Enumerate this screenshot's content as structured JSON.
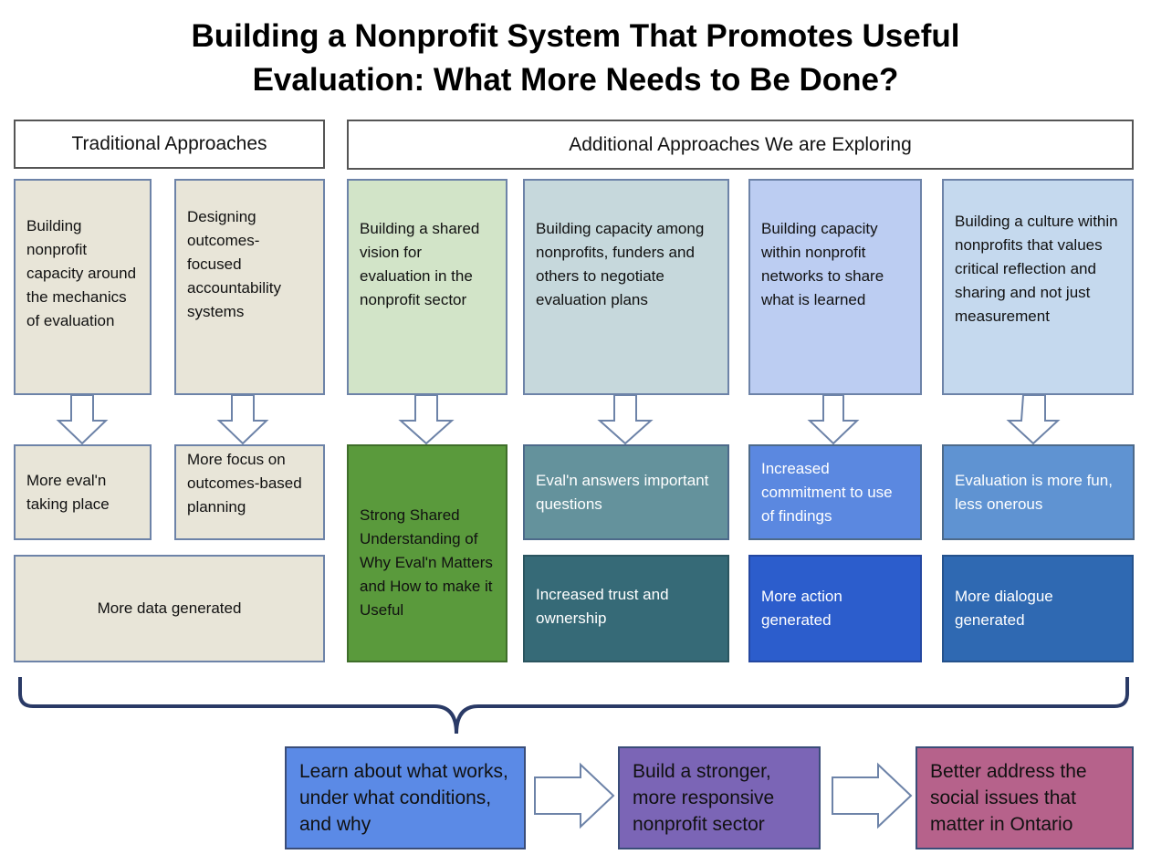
{
  "title": {
    "line1": "Building a Nonprofit System That Promotes Useful",
    "line2": "Evaluation: What More Needs to Be Done?"
  },
  "headers": {
    "traditional": "Traditional Approaches",
    "additional": "Additional Approaches We are Exploring"
  },
  "approaches": [
    "Building nonprofit capacity around the mechanics of evaluation",
    "Designing outcomes-focused accountability systems",
    "Building a shared vision for evaluation in the nonprofit sector",
    "Building capacity among nonprofits, funders and others to negotiate evaluation plans",
    "Building capacity within nonprofit networks to share what is learned",
    "Building a culture within nonprofits that values critical reflection and sharing and not just measurement"
  ],
  "outcomes": [
    "More eval'n taking place",
    "More focus on outcomes-based planning",
    "Strong Shared Understanding of Why Eval'n Matters and How to make it Useful",
    "Eval'n answers important questions",
    "Increased commitment to use of findings",
    "Evaluation is more fun, less onerous"
  ],
  "results": [
    "More data generated",
    "Increased trust and ownership",
    "More action generated",
    "More dialogue generated"
  ],
  "goals": [
    "Learn about what works, under what conditions, and why",
    "Build a stronger, more responsive nonprofit sector",
    "Better address the social issues that matter in Ontario"
  ],
  "colors": {
    "beige": "#e8e5d8",
    "green_light": "#d2e4c8",
    "teal_light": "#c6d8dc",
    "lavender": "#bccdf2",
    "sky": "#c5d9ee",
    "green": "#5a9a3c",
    "teal": "#64929c",
    "blue": "#5b88e0",
    "mid_blue": "#5f93d2",
    "dark_teal": "#366a77",
    "royal_blue": "#2c5dcc",
    "steel_blue": "#2f69b2",
    "goal_blue": "#5b8ae6",
    "goal_purple": "#7b65b6",
    "goal_pink": "#b6628b"
  }
}
